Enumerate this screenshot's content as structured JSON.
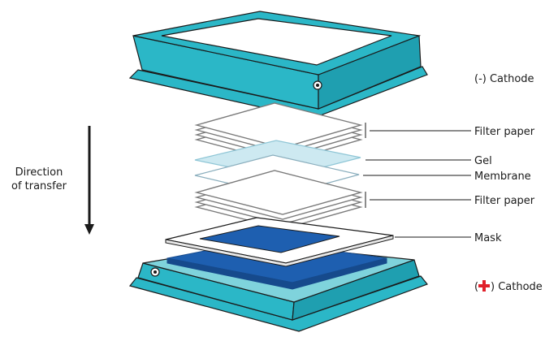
{
  "labels": {
    "cathode_top": "(-) Cathode",
    "cathode_bottom_prefix": "(",
    "cathode_bottom_suffix": ") Cathode",
    "filter_paper_top": "Filter paper",
    "gel": "Gel",
    "membrane": "Membrane",
    "filter_paper_bottom": "Filter paper",
    "mask": "Mask",
    "direction_line1": "Direction",
    "direction_line2": "of transfer"
  },
  "colors": {
    "cassette": "#2bb7c7",
    "cassette_dark": "#148a98",
    "cassette_light": "#7fd3dc",
    "gel": "#cde9f1",
    "plate_blue": "#1e5fb0",
    "plate_blue_dark": "#164a8c",
    "plus_sign": "#e0202a",
    "stroke": "#1a1a1a"
  }
}
